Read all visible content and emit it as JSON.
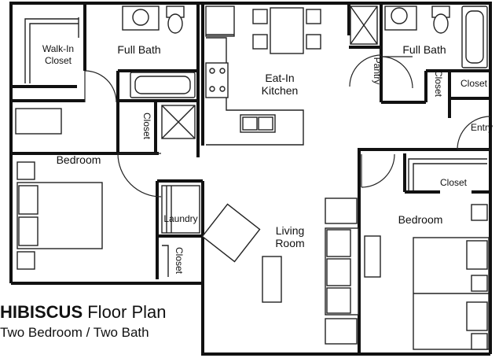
{
  "plan": {
    "name_bold": "HIBISCUS",
    "name_rest": " Floor Plan",
    "subtitle": "Two Bedroom / Two Bath"
  },
  "rooms": {
    "walk_in_closet_1": "Walk-In",
    "walk_in_closet_2": "Closet",
    "full_bath_left": "Full Bath",
    "eat_in_kitchen_1": "Eat-In",
    "eat_in_kitchen_2": "Kitchen",
    "pantry": "Pantry",
    "full_bath_right": "Full Bath",
    "closet_bath_right": "Closet",
    "closet_entry": "Closet",
    "entry": "Entry",
    "closet_left_mid": "Closet",
    "bedroom_left": "Bedroom",
    "laundry": "Laundry",
    "closet_left_bottom": "Closet",
    "living_room_1": "Living",
    "living_room_2": "Room",
    "closet_right_bedroom": "Closet",
    "bedroom_right": "Bedroom"
  }
}
